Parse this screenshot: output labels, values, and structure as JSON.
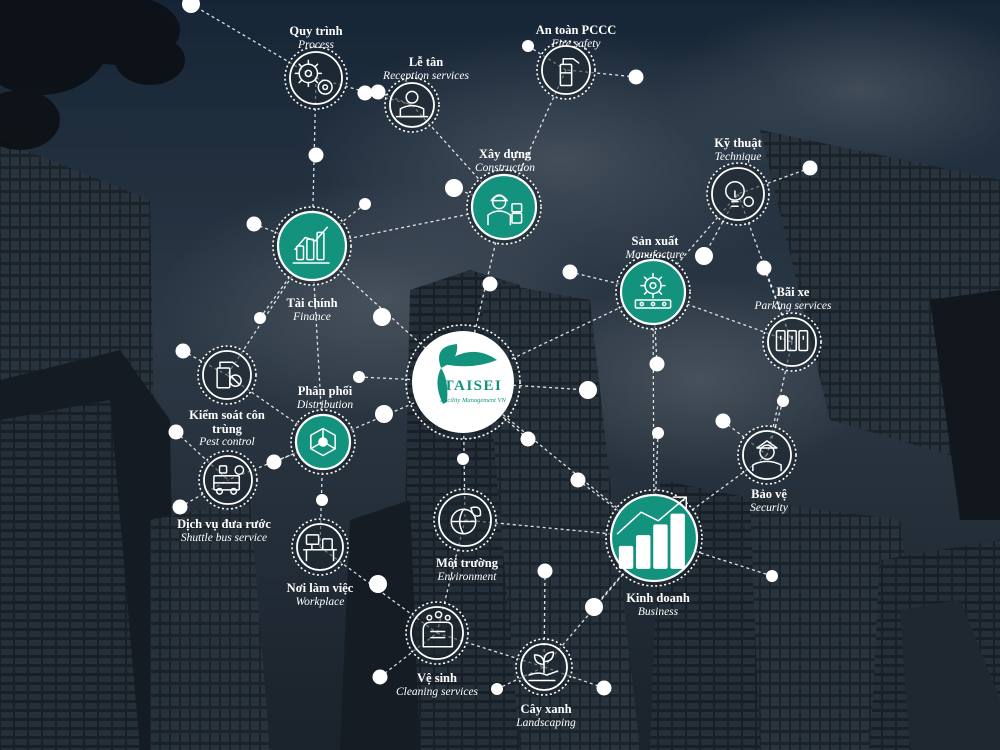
{
  "colors": {
    "teal": "#13937e",
    "white": "#ffffff"
  },
  "center": {
    "brand": "TAISEI",
    "tagline": "Facility Management VN",
    "icon": "sprout-logo-icon"
  },
  "services": [
    {
      "key": "quy-trinh",
      "vi": "Quy trình",
      "en": "Process",
      "style": "outline",
      "icon": "gears-icon"
    },
    {
      "key": "le-tan",
      "vi": "Lễ tân",
      "en": "Reception services",
      "style": "outline",
      "icon": "receptionist-icon"
    },
    {
      "key": "an-toan-pccc",
      "vi": "An toàn PCCC",
      "en": "Fire safety",
      "style": "outline",
      "icon": "fire-extinguisher-icon"
    },
    {
      "key": "xay-dung",
      "vi": "Xây dựng",
      "en": "Construction",
      "style": "filled",
      "icon": "construction-worker-icon"
    },
    {
      "key": "ky-thuat",
      "vi": "Kỹ thuật",
      "en": "Technique",
      "style": "outline",
      "icon": "lightbulb-gear-icon"
    },
    {
      "key": "tai-chinh",
      "vi": "Tài chính",
      "en": "Finance",
      "style": "filled",
      "icon": "finance-bars-icon"
    },
    {
      "key": "san-xuat",
      "vi": "Sản xuất",
      "en": "Manufacture",
      "style": "filled",
      "icon": "conveyor-gear-icon"
    },
    {
      "key": "bai-xe",
      "vi": "Bãi xe",
      "en": "Parking services",
      "style": "outline",
      "icon": "parking-cars-icon"
    },
    {
      "key": "kiem-soat-con-trung",
      "vi": "Kiểm soát côn trùng",
      "en": "Pest control",
      "style": "outline",
      "icon": "pest-sprayer-icon"
    },
    {
      "key": "phan-phoi",
      "vi": "Phân phối",
      "en": "Distribution",
      "style": "filled",
      "icon": "distribution-hub-icon"
    },
    {
      "key": "bao-ve",
      "vi": "Bảo vệ",
      "en": "Security",
      "style": "outline",
      "icon": "security-guard-icon"
    },
    {
      "key": "dich-vu-dua-ruoc",
      "vi": "Dịch vụ đưa rước",
      "en": "Shuttle bus service",
      "style": "outline",
      "icon": "shuttle-bus-icon"
    },
    {
      "key": "moi-truong",
      "vi": "Môi trường",
      "en": "Environment",
      "style": "outline",
      "icon": "globe-leaf-icon"
    },
    {
      "key": "noi-lam-viec",
      "vi": "Nơi làm việc",
      "en": "Workplace",
      "style": "outline",
      "icon": "office-desk-icon"
    },
    {
      "key": "kinh-doanh",
      "vi": "Kinh doanh",
      "en": "Business",
      "style": "filled",
      "icon": "growth-chart-icon"
    },
    {
      "key": "ve-sinh",
      "vi": "Vệ sinh",
      "en": "Cleaning services",
      "style": "outline",
      "icon": "cleaning-hand-icon"
    },
    {
      "key": "cay-xanh",
      "vi": "Cây xanh",
      "en": "Landscaping",
      "style": "outline",
      "icon": "plant-hand-icon"
    }
  ]
}
